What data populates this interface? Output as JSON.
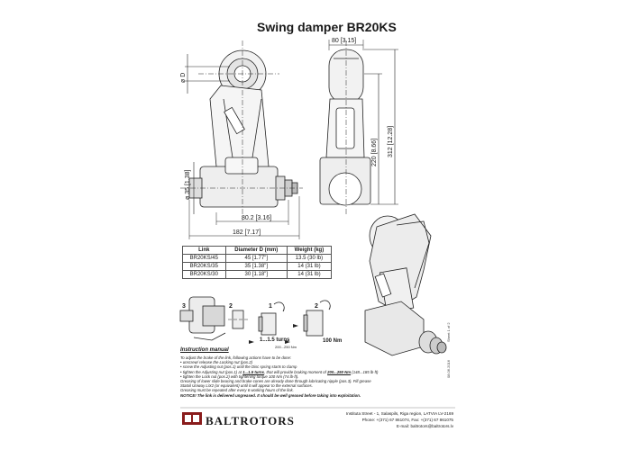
{
  "title": "Swing damper BR20KS",
  "dimensions": {
    "phi_d": "ø D",
    "phi_35": "ø 35 [1.38]",
    "w80_2": "80.2 [3.16]",
    "w182": "182 [7.17]",
    "w80": "80 [3.15]",
    "h220": "220 [8.66]",
    "h312": "312 [12.28]"
  },
  "table": {
    "headers": [
      "Link",
      "Diameter D (mm)",
      "Weight (kg)"
    ],
    "rows": [
      [
        "BR20KS/45",
        "45 [1.77\"]",
        "13.5 (30 lb)"
      ],
      [
        "BR20KS/35",
        "35 [1.38\"]",
        "14 (31 lb)"
      ],
      [
        "BR20KS/30",
        "30 [1.18\"]",
        "14 (31 lb)"
      ]
    ]
  },
  "steps": {
    "s3": "3",
    "s2a": "2",
    "s1": "1",
    "s2b": "2",
    "turns": "1...1.5 turns",
    "torque_range": "200...250 Nm",
    "torque": "100 Nm"
  },
  "manual_title": "Instruction manual",
  "instructions": {
    "intro": "To adjust the brake of the link, following actions have to be done:",
    "b1": "unscrew/ release the Locking nut (pos.2)",
    "b2": "screw the Adjusting nut (pos.1) until the Disc spring starts to clamp",
    "b3a": "tighten the Adjusting nut (pos.1) at ",
    "b3b": "1...1.5 turns",
    "b3c": ", that will provide braking moment of ",
    "b3d": "200...250 Nm",
    "b3e": " (148...185 lb·ft)",
    "b4": "tighten the Lock nut (pos.2) with tightening torque 100 Nm (74 lb·ft).",
    "p1": "Greasing of lower slide bearing and brake cones are already done through lubricating nipple (pos.3). Fill grease",
    "p2": "Statoil Uniway LiX2 (or equivalent) until it will appear to the external surfaces.",
    "p3": "Greasing must be repeated after every 6 working hours of the link.",
    "notice": "NOTICE! The link is delivered ungreased. It should be well greased before taking into exploitation."
  },
  "side_note": "Sheet 1 of 2",
  "side_date": "08.06.2016",
  "brand": "BALTROTORS",
  "address": {
    "l1": "Instituta Street - 1, Salaspils, Riga region, LATVIA LV-2169",
    "l2": "Phone: +(371) 67 861074, Fax: +(371) 67 861075",
    "l3": "E-mail: baltrotors@baltrotors.lv"
  }
}
